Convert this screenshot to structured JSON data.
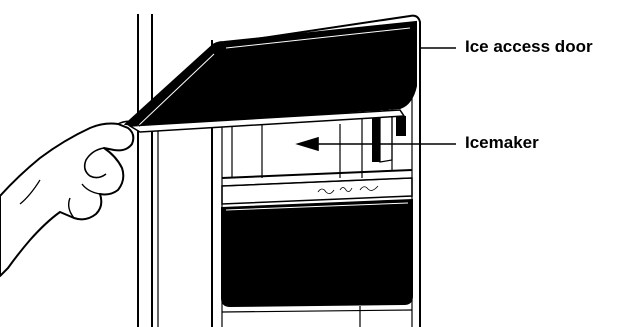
{
  "labels": {
    "ice_access_door": "Ice access door",
    "icemaker": "Icemaker"
  },
  "illustration": {
    "style": "black-and-white line drawing",
    "subject": "hand lifting the ice access door to reveal the icemaker in a freezer compartment",
    "cursive_mark": "illegible script text on the front panel"
  },
  "colors": {
    "ink": "#000000",
    "paper": "#ffffff"
  }
}
